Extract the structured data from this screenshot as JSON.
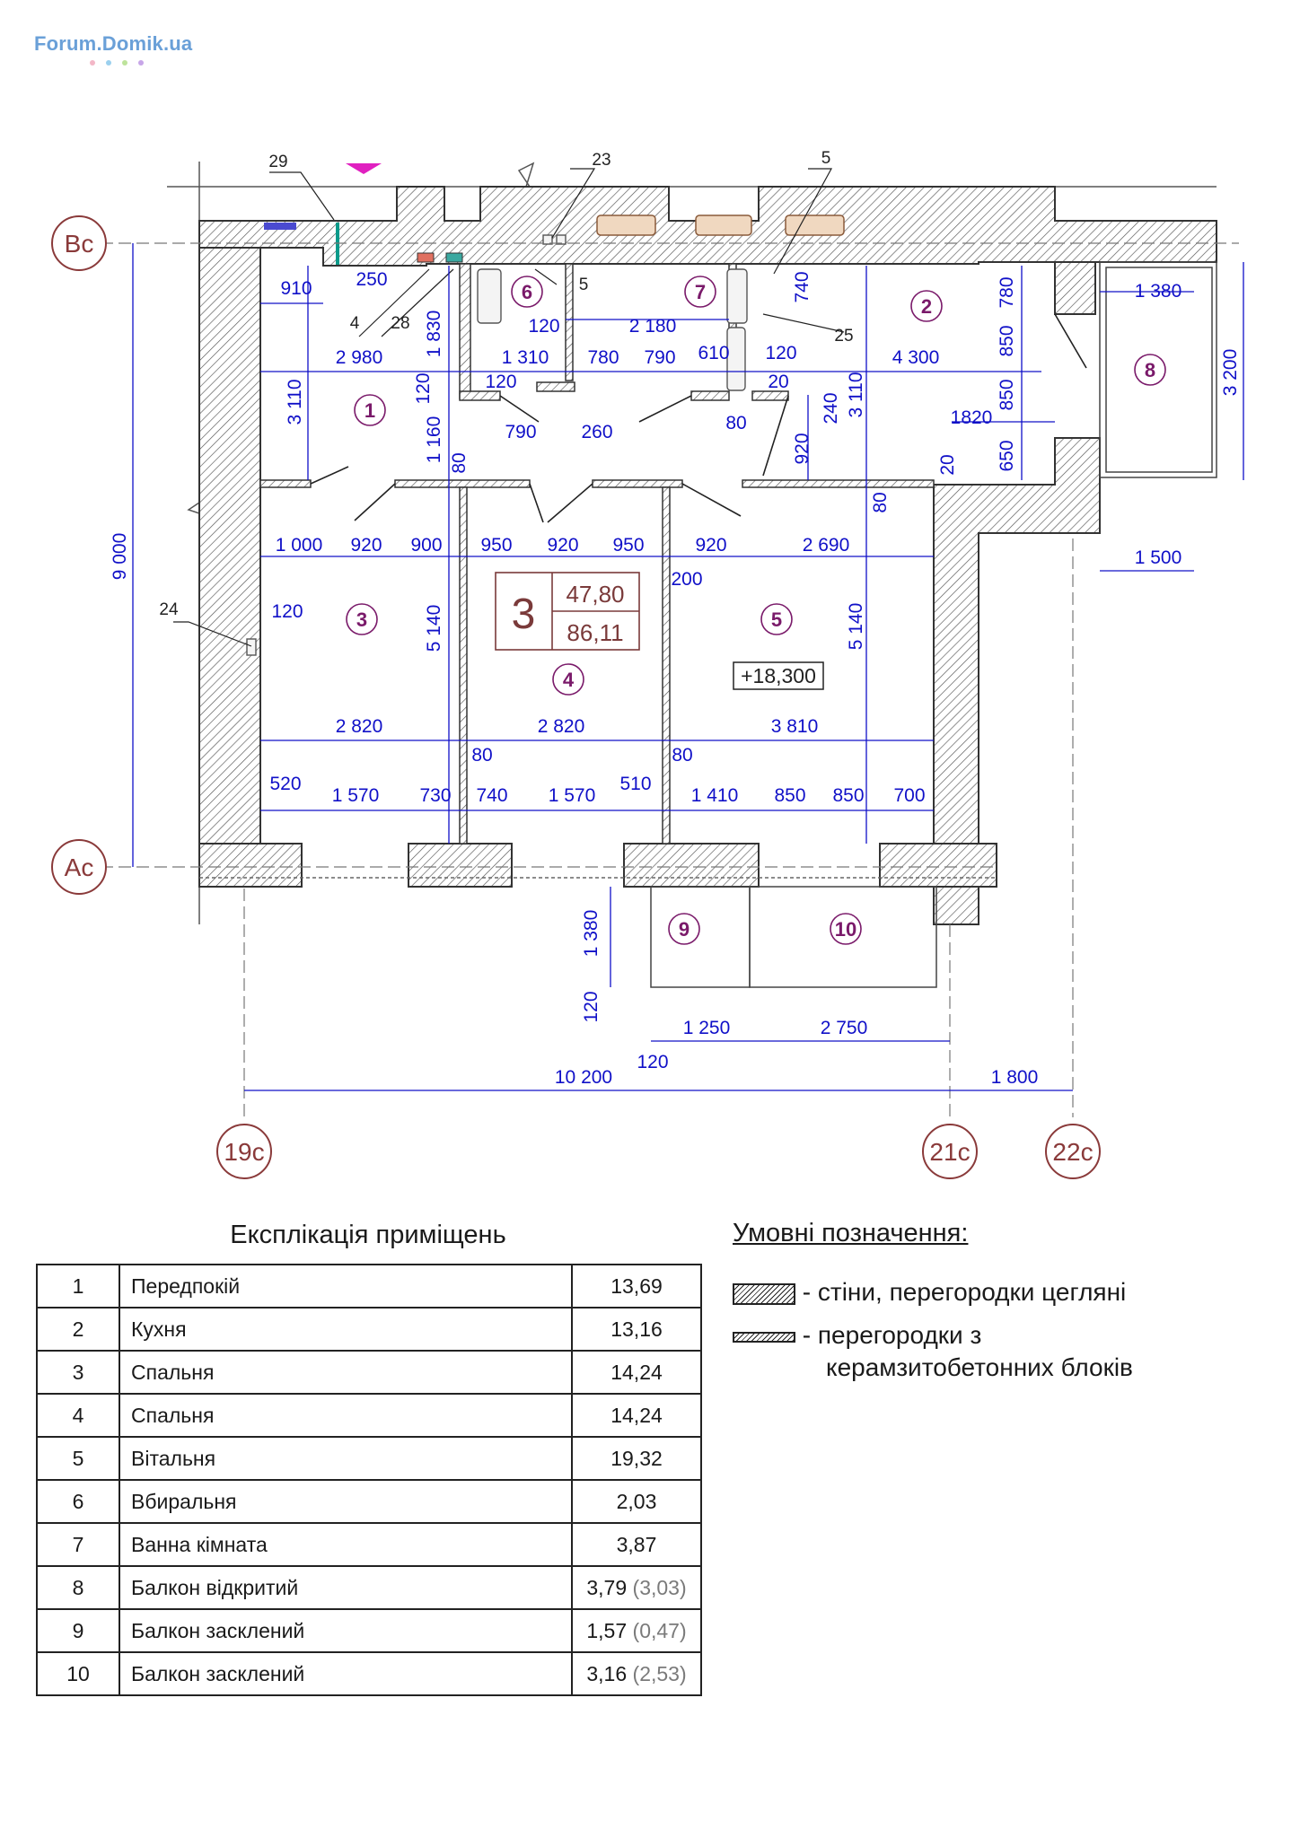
{
  "watermark": {
    "text": "Forum.Domik.ua",
    "dot_colors": [
      "#f3b7c7",
      "#9bd0ee",
      "#bde39b",
      "#f6c48a",
      "#c7a6e8"
    ]
  },
  "plan": {
    "axes": {
      "bc": "Вс",
      "ac": "Ас",
      "c19": "19с",
      "c21": "21с",
      "c22": "22с"
    },
    "rooms": [
      "1",
      "2",
      "3",
      "4",
      "5",
      "6",
      "7",
      "8",
      "9",
      "10"
    ],
    "apartment": {
      "rooms_count": "3",
      "living_area": "47,80",
      "total_area": "86,11"
    },
    "level": "+18,300",
    "callouts": {
      "c29": "29",
      "c23": "23",
      "c5a": "5",
      "c5b": "5",
      "c4": "4",
      "c28": "28",
      "c25": "25",
      "c24": "24"
    },
    "dims": {
      "d910": "910",
      "d250": "250",
      "d1830": "1 830",
      "d120a": "120",
      "d2180": "2 180",
      "d740a": "740",
      "d780a": "780",
      "d1380": "1 380",
      "d2980": "2 980",
      "d1310": "1 310",
      "d780b": "780",
      "d790a": "790",
      "d610": "610",
      "d120b": "120",
      "d4300": "4 300",
      "d850a": "850",
      "d3200": "3 200",
      "d120c": "120",
      "d120d": "120",
      "d20": "20",
      "d3110a": "3 110",
      "d1160": "1 160",
      "d790b": "790",
      "d260": "260",
      "d80a": "80",
      "d240": "240",
      "d3110b": "3 110",
      "d1820": "1820",
      "d850b": "850",
      "d920a": "920",
      "d650": "650",
      "d80b": "80",
      "d20b": "20",
      "d80c": "80",
      "d1000": "1 000",
      "d920b": "920",
      "d900": "900",
      "d950a": "950",
      "d920c": "920",
      "d950b": "950",
      "d920d": "920",
      "d2690": "2 690",
      "d1500": "1 500",
      "d200": "200",
      "d9000": "9 000",
      "d120e": "120",
      "d5140a": "5 140",
      "d5140b": "5 140",
      "d2820a": "2 820",
      "d2820b": "2 820",
      "d3810": "3 810",
      "d80d": "80",
      "d80e": "80",
      "d520": "520",
      "d1570a": "1 570",
      "d730": "730",
      "d740b": "740",
      "d1570b": "1 570",
      "d510": "510",
      "d1410": "1 410",
      "d850c": "850",
      "d850d": "850",
      "d700": "700",
      "d1380b": "1 380",
      "d120f": "120",
      "d1250": "1 250",
      "d2750": "2 750",
      "d120g": "120",
      "d10200": "10 200",
      "d1800": "1 800"
    }
  },
  "explication": {
    "title": "Експлікація приміщень",
    "rows": [
      {
        "num": "1",
        "name": "Передпокій",
        "area": "13,69",
        "sub": ""
      },
      {
        "num": "2",
        "name": "Кухня",
        "area": "13,16",
        "sub": ""
      },
      {
        "num": "3",
        "name": "Спальня",
        "area": "14,24",
        "sub": ""
      },
      {
        "num": "4",
        "name": "Спальня",
        "area": "14,24",
        "sub": ""
      },
      {
        "num": "5",
        "name": "Вітальня",
        "area": "19,32",
        "sub": ""
      },
      {
        "num": "6",
        "name": "Вбиральня",
        "area": "2,03",
        "sub": ""
      },
      {
        "num": "7",
        "name": "Ванна кімната",
        "area": "3,87",
        "sub": ""
      },
      {
        "num": "8",
        "name": "Балкон відкритий",
        "area": "3,79",
        "sub": "(3,03)"
      },
      {
        "num": "9",
        "name": "Балкон засклений",
        "area": "1,57",
        "sub": "(0,47)"
      },
      {
        "num": "10",
        "name": "Балкон засклений",
        "area": "3,16",
        "sub": "(2,53)"
      }
    ]
  },
  "legend": {
    "title": "Умовні позначення:",
    "brick_label": "- стіни, перегородки цегляні",
    "block_label_1": "- перегородки з",
    "block_label_2": "керамзитобетонних блоків"
  },
  "colors": {
    "dim": "#1010c8",
    "label": "#7a1a6a",
    "axis": "#8a3a3a",
    "wall": "#333333"
  }
}
